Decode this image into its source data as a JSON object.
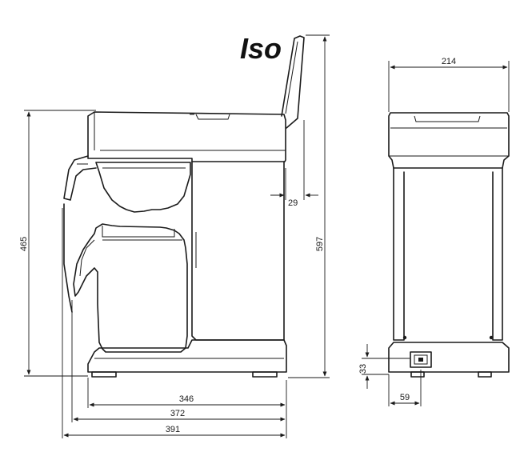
{
  "title": "Iso",
  "dimensions": {
    "side_height": "465",
    "total_height": "597",
    "lid_offset": "29",
    "base_depth": "346",
    "mid_depth": "372",
    "overall_depth": "391",
    "front_width": "214",
    "socket_height": "33",
    "socket_offset": "59"
  },
  "colors": {
    "line": "#1a1a1a",
    "background": "#ffffff"
  }
}
